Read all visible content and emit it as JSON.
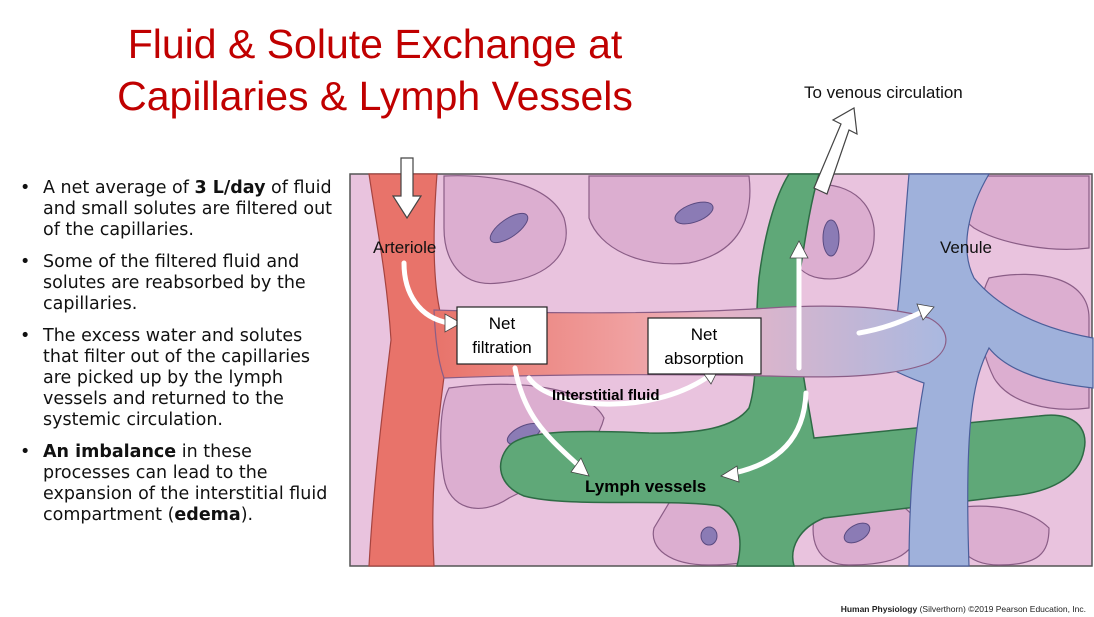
{
  "title": {
    "line1": "Fluid & Solute Exchange at",
    "line2": "Capillaries & Lymph Vessels"
  },
  "bullets": [
    {
      "pre": "A net average of ",
      "bold": "3 L/day",
      "post": " of fluid and small solutes are filtered out of the capillaries."
    },
    {
      "pre": "Some of the filtered fluid and solutes are reabsorbed by the capillaries.",
      "bold": "",
      "post": ""
    },
    {
      "pre": "The excess water and solutes that filter out of the capillaries are picked up by the lymph vessels and returned to the systemic circulation.",
      "bold": "",
      "post": ""
    },
    {
      "pre": "",
      "bold": "An imbalance",
      "post": " in these processes can lead to the expansion of the interstitial fluid compartment (",
      "bold2": "edema",
      "post2": ")."
    }
  ],
  "figure": {
    "to_venous": "To venous circulation",
    "arteriole": "Arteriole",
    "venule": "Venule",
    "net_filtration_1": "Net",
    "net_filtration_2": "filtration",
    "net_absorption_1": "Net",
    "net_absorption_2": "absorption",
    "interstitial_fluid": "Interstitial fluid",
    "lymph_vessels": "Lymph vessels"
  },
  "credit": {
    "book": "Human Physiology",
    "rest": " (Silverthorn) ©2019 Pearson Education, Inc."
  },
  "colors": {
    "title": "#c00000",
    "tissue": "#e9c3de",
    "arteriole": "#e8736a",
    "venule": "#9fb1db",
    "lymph": "#5fa878"
  }
}
